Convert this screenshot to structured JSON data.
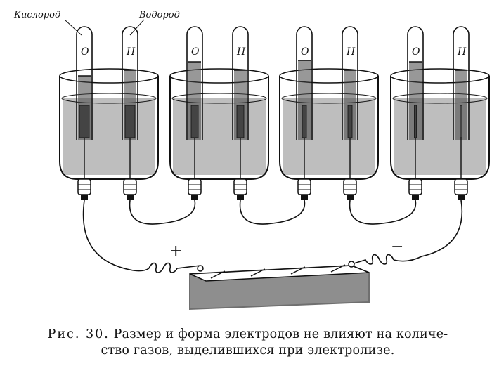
{
  "labels": {
    "oxygen": "Кислород",
    "hydrogen": "Водород"
  },
  "tube_letters": {
    "o": "O",
    "h": "H"
  },
  "battery": {
    "plus": "+",
    "minus": "−"
  },
  "caption": {
    "fig_ref": "Рис. 30.",
    "text_line1": "Размер и форма электродов не влияют на количе-",
    "text_line2": "ство газов, выделившихся при электролизе."
  },
  "colors": {
    "ink": "#111111",
    "fill": "#444444"
  }
}
